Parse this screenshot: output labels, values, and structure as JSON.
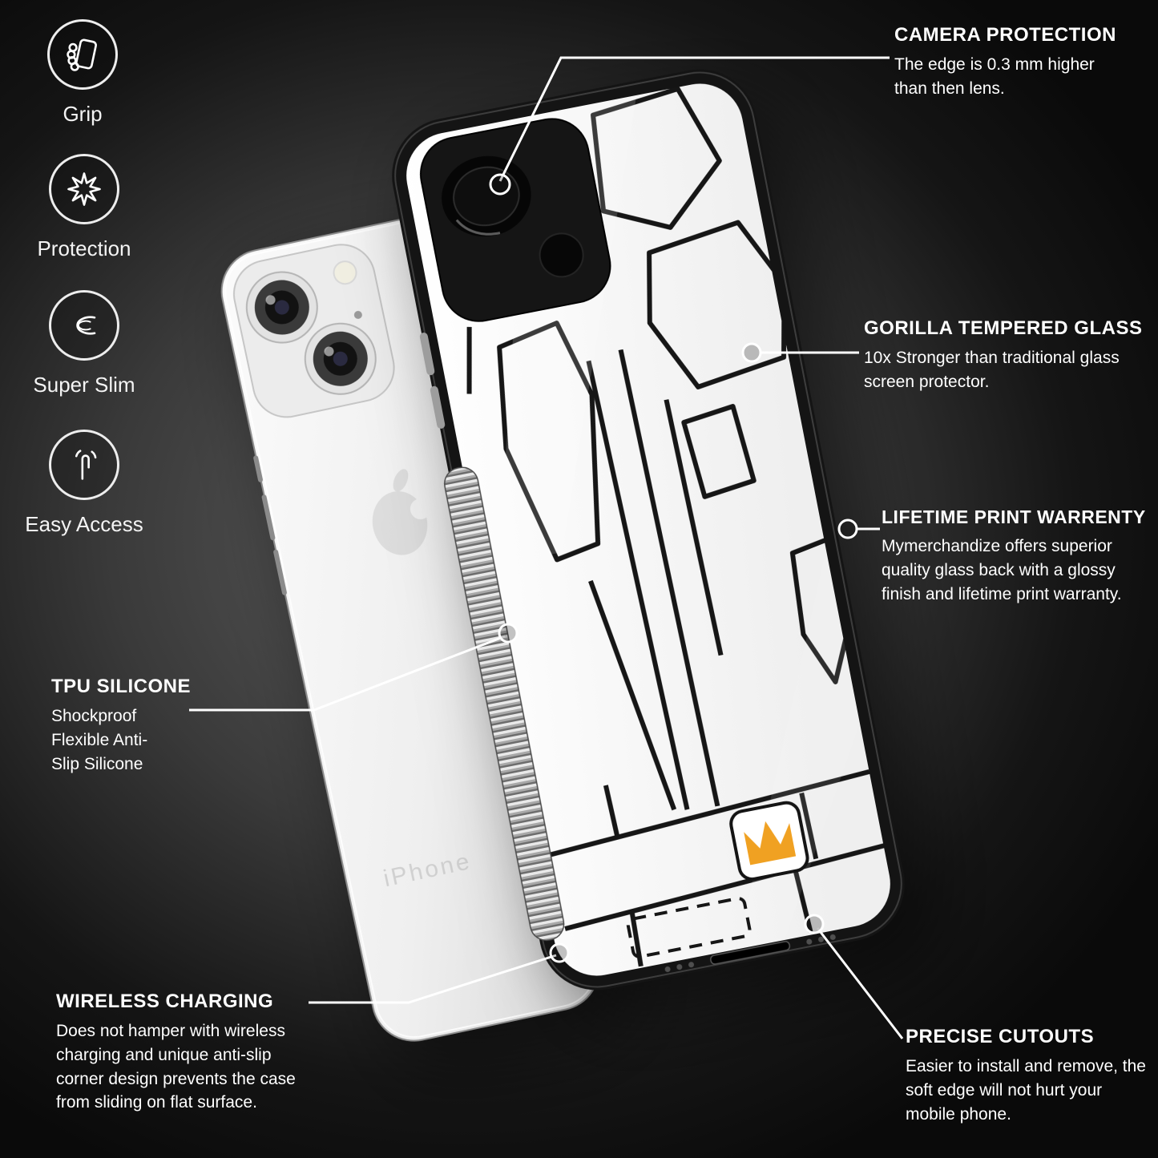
{
  "side_features": [
    {
      "label": "Grip"
    },
    {
      "label": "Protection"
    },
    {
      "label": "Super Slim"
    },
    {
      "label": "Easy Access"
    }
  ],
  "callouts": {
    "camera_protection": {
      "title": "CAMERA PROTECTION",
      "body": "The edge is 0.3 mm higher than then lens."
    },
    "gorilla_glass": {
      "title": "GORILLA TEMPERED GLASS",
      "body": "10x Stronger than traditional glass screen protector."
    },
    "lifetime_print": {
      "title": "LIFETIME PRINT WARRENTY",
      "body": "Mymerchandize offers superior quality glass back with a glossy finish and lifetime print warranty."
    },
    "precise_cutouts": {
      "title": "PRECISE CUTOUTS",
      "body": "Easier to install and remove, the soft edge will not hurt your mobile phone."
    },
    "tpu_silicone": {
      "title": "TPU SILICONE",
      "body": "Shockproof Flexible Anti-Slip Silicone"
    },
    "wireless_charging": {
      "title": "WIRELESS CHARGING",
      "body": "Does not hamper with wireless charging and unique anti-slip corner design prevents the case from sliding on flat surface."
    }
  },
  "left_phone": {
    "brand_text": "iPhone"
  },
  "colors": {
    "callout_text": "#ffffff",
    "leader_line": "#ffffff",
    "pattern_line": "#161616",
    "logo_orange": "#f0a122",
    "case_black": "#141414"
  }
}
